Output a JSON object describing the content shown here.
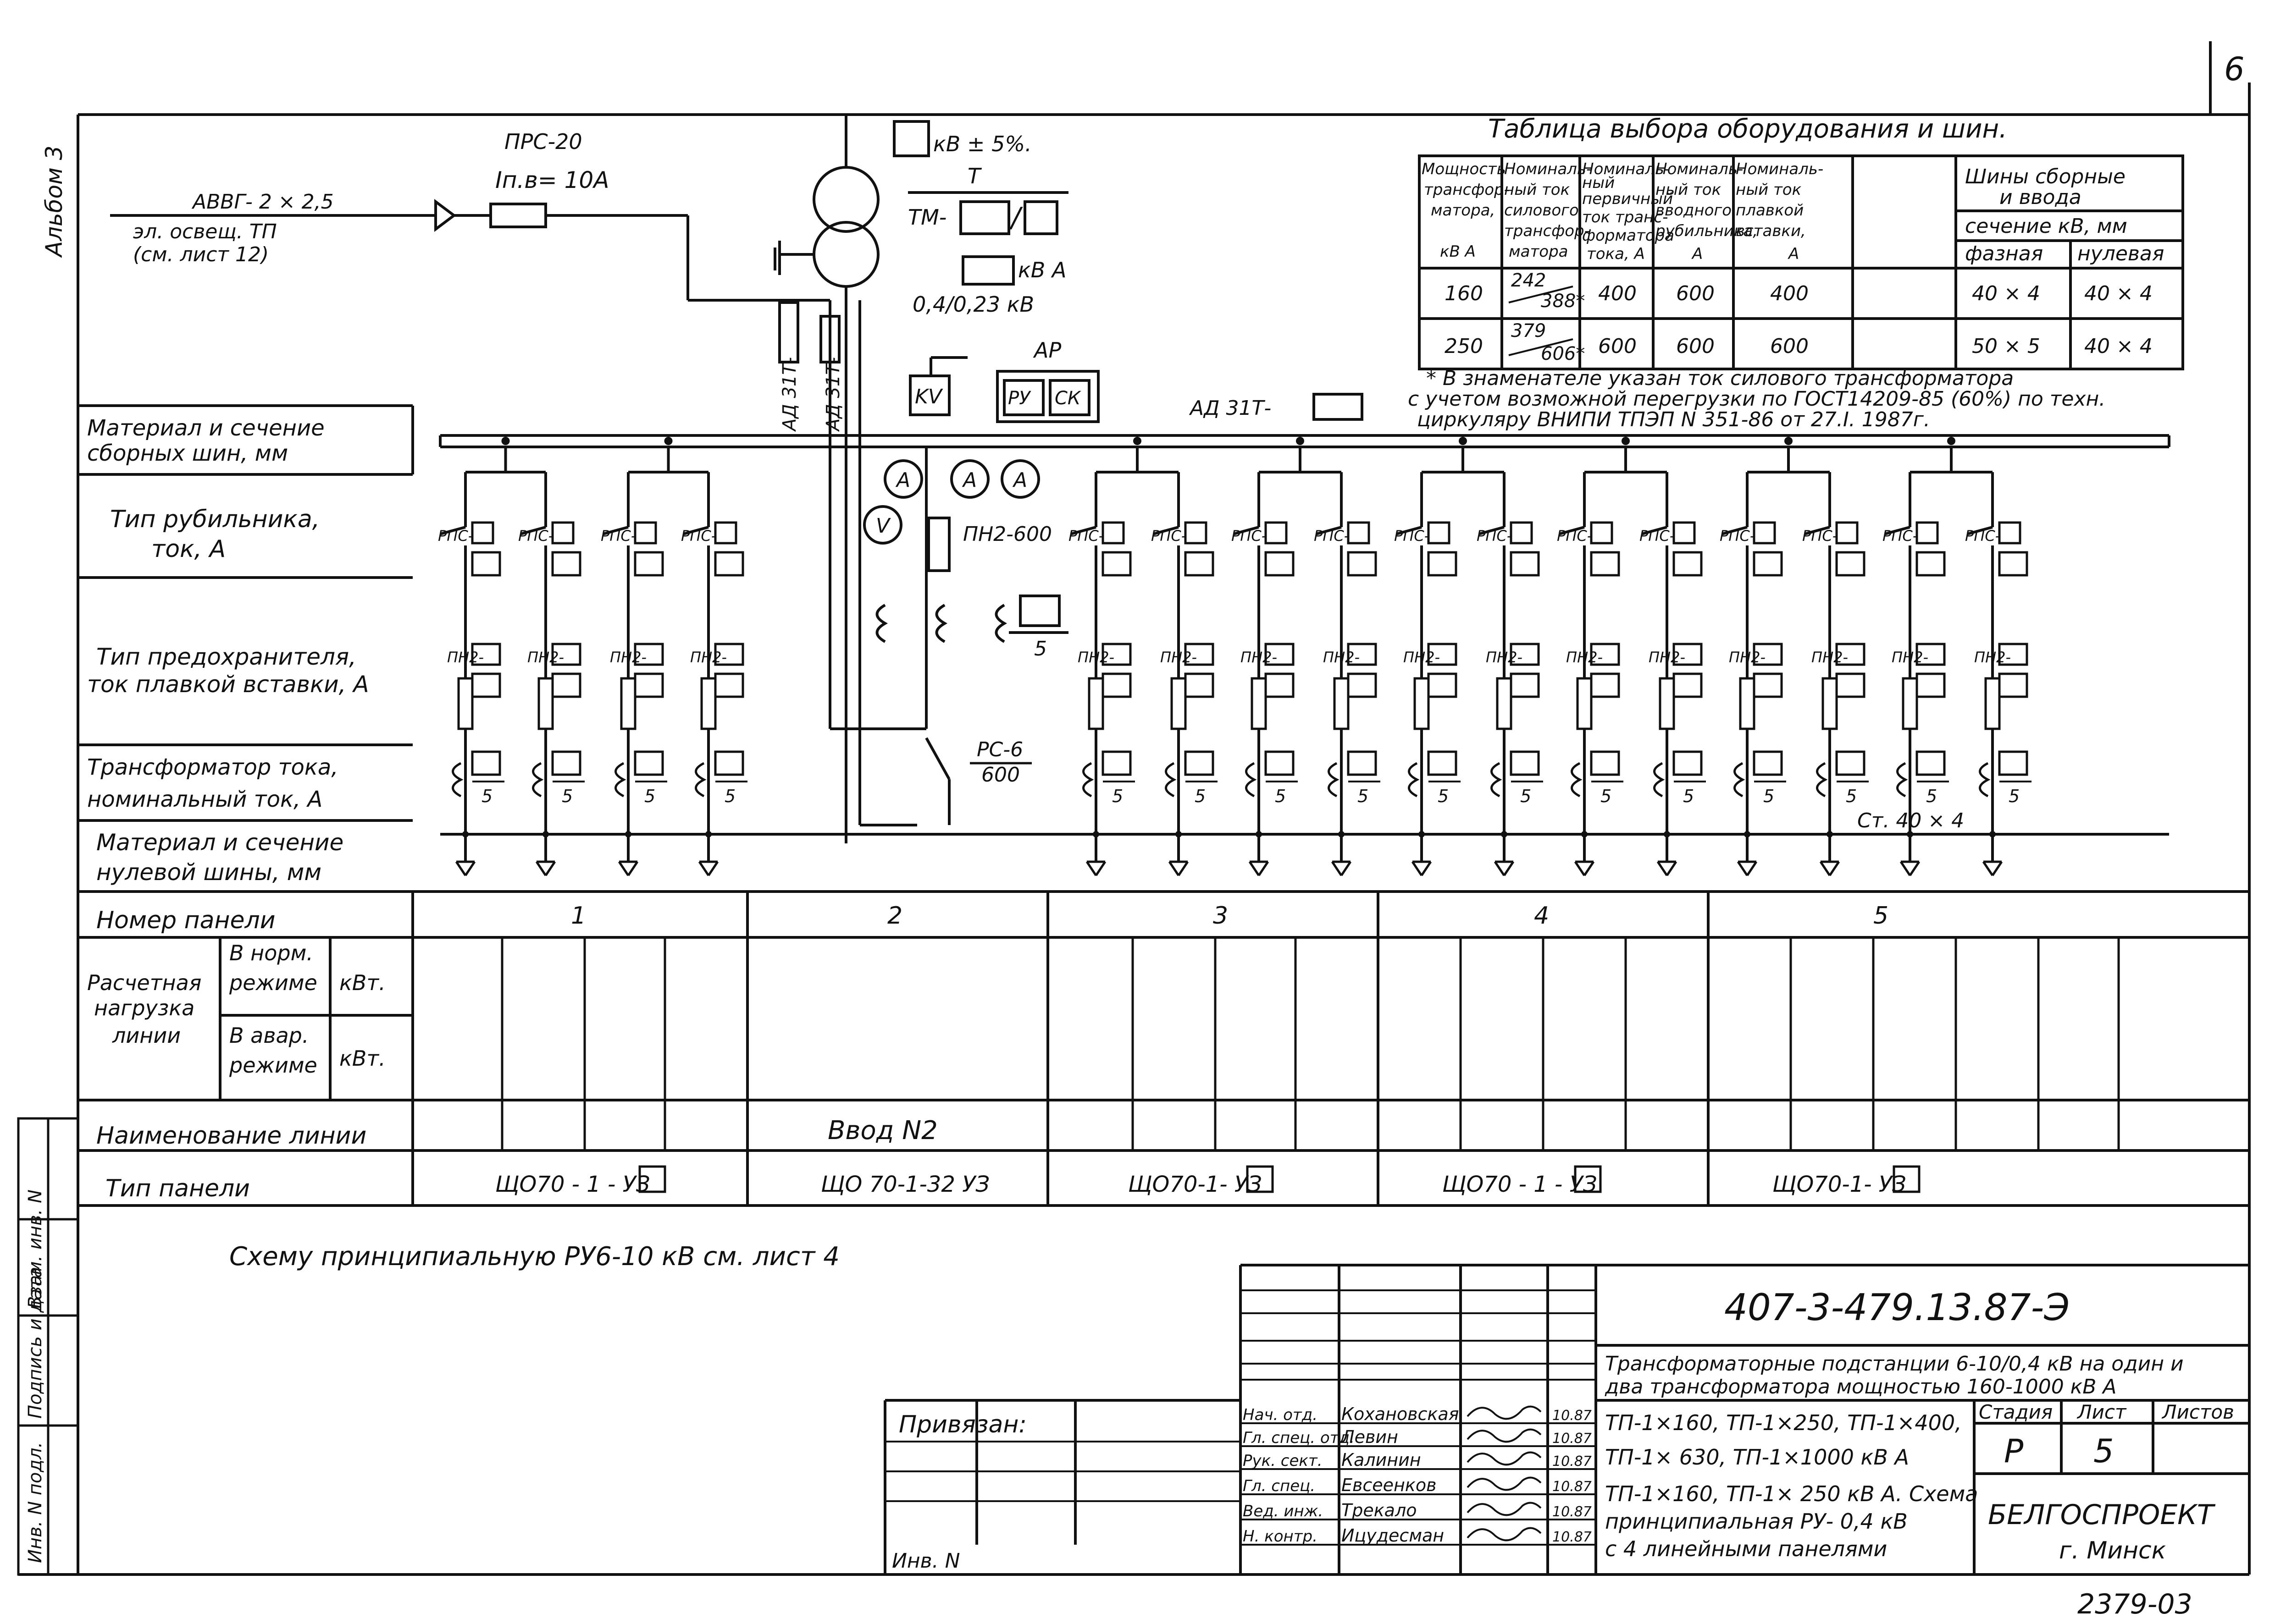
{
  "corner": {
    "album": "Альбом 3",
    "sheet_no": "6",
    "archive_no": "2379-03"
  },
  "lighting_feed": {
    "fuse_type": "ПРС-20",
    "fuse_current": "Iп.в= 10А",
    "cable": "АВВГ- 2 × 2,5",
    "dest_line1": "эл. освещ. ТП",
    "dest_line2": "(см. лист 12)"
  },
  "transformer": {
    "tap": "кВ ± 5%.",
    "letter": "Т",
    "type_prefix": "ТМ-",
    "rating_unit": "кВ А",
    "voltage": "0,4/0,23 кВ"
  },
  "equipment": {
    "breaker_a": "АД 31Т-",
    "breaker_b": "АД 31Т-",
    "breaker_c": "АД 31Т-",
    "relay_kv": "KV",
    "ar_label": "АР",
    "ar_ru": "РУ",
    "ar_sk": "СК",
    "ammeter": "A",
    "voltmeter": "V",
    "fuse_pn": "ПН2-600",
    "ct_den": "5",
    "switch_rs": "РС-6",
    "switch_rs_current": "600",
    "neutral_bus": "Ст.   40 × 4",
    "rps": "РПС-",
    "pn2": "ПН2-",
    "ct_frac": "5"
  },
  "row_labels": {
    "busbar_l1": "Материал и сечение",
    "busbar_l2": "сборных шин, мм",
    "switch_l1": "Тип рубильника,",
    "switch_l2": "ток, А",
    "fuse_l1": "Тип предохранителя,",
    "fuse_l2": "ток плавкой вставки, А",
    "ct_l1": "Трансформатор тока,",
    "ct_l2": "номинальный ток, А",
    "neutral_l1": "Материал и сечение",
    "neutral_l2": "нулевой шины, мм",
    "panel_no": "Номер панели",
    "load_l1": "Расчетная",
    "load_l2": "нагрузка",
    "load_l3": "линии",
    "normal_l1": "В норм.",
    "normal_l2": "режиме",
    "emerg_l1": "В авар.",
    "emerg_l2": "режиме",
    "kw": "кВт.",
    "line_name": "Наименование линии",
    "panel_type": "Тип панели"
  },
  "panels": [
    {
      "number": "1",
      "name": "",
      "type": "ЩО70 - 1 -      УЗ"
    },
    {
      "number": "2",
      "name": "Ввод N2",
      "type": "ЩО 70-1-32 УЗ"
    },
    {
      "number": "3",
      "name": "",
      "type": "ЩО70-1-      УЗ"
    },
    {
      "number": "4",
      "name": "",
      "type": "ЩО70 - 1 -      УЗ"
    },
    {
      "number": "5",
      "name": "",
      "type": "ЩО70-1-      УЗ"
    }
  ],
  "selection_table": {
    "title": "Таблица выбора оборудования и шин.",
    "headers": {
      "power": [
        "Мощность",
        "трансфор-",
        "матора,",
        "кВ А"
      ],
      "nominal": [
        "Номиналь-",
        "ный ток",
        "силового",
        "трансфор-",
        "матора"
      ],
      "primary": [
        "Номиналь-",
        "ный",
        "первичный",
        "ток транс-",
        "форматора",
        "тока, А"
      ],
      "switch": [
        "Номиналь-",
        "ный ток",
        "вводного",
        "рубильника,",
        "А"
      ],
      "insert": [
        "Номиналь-",
        "ный ток",
        "плавкой",
        "вставки,",
        "А"
      ],
      "bus": [
        "Шины сборные",
        "и ввода"
      ],
      "section": "сечение  кВ, мм",
      "phase": "фазная",
      "neutral": "нулевая"
    },
    "rows": [
      {
        "power": "160",
        "nom_num": "242",
        "nom_den": "388*",
        "primary": "400",
        "switch": "600",
        "insert": "400",
        "phase": "40 × 4",
        "neutral": "40 × 4"
      },
      {
        "power": "250",
        "nom_num": "379",
        "nom_den": "606*",
        "primary": "600",
        "switch": "600",
        "insert": "600",
        "phase": "50 × 5",
        "neutral": "40 × 4"
      }
    ],
    "note": [
      "* В знаменателе указан ток силового трансформатора",
      "с учетом возможной перегрузки по ГОСТ14209-85 (60%) по техн.",
      "циркуляру  ВНИПИ  ТПЭП  N 351-86  от 27.I. 1987г."
    ]
  },
  "ref_note": "Схему принципиальную РУ6-10 кВ см. лист 4",
  "side_stamp": [
    "Инв. N подл.",
    "Подпись и дата",
    "Взам. инв. N"
  ],
  "bound": {
    "label": "Привязан:",
    "inv": "Инв. N"
  },
  "title_block": {
    "code": "407-3-479.13.87-Э",
    "subtitle_l1": "Трансформаторные подстанции 6-10/0,4 кВ на один и",
    "subtitle_l2": "два трансформатора мощностью 160-1000 кВ А",
    "line_a": "ТП-1×160, ТП-1×250, ТП-1×400,",
    "line_b": "ТП-1× 630, ТП-1×1000 кВ А",
    "line_c": "ТП-1×160, ТП-1× 250 кВ А. Схема",
    "line_d": "принципиальная  РУ- 0,4 кВ",
    "line_e": "с 4 линейными  панелями",
    "stage_hdr": "Стадия",
    "sheet_hdr": "Лист",
    "sheets_hdr": "Листов",
    "stage": "Р",
    "sheet": "5",
    "org": "БЕЛГОСПРОЕКТ",
    "city": "г. Минск",
    "people": [
      {
        "role": "Нач. отд.",
        "name": "Кохановская",
        "date": "10.87"
      },
      {
        "role": "Гл. спец. отд.",
        "name": "Левин",
        "date": "10.87"
      },
      {
        "role": "Рук. сект.",
        "name": "Калинин",
        "date": "10.87"
      },
      {
        "role": "Гл. спец.",
        "name": "Евсеенков",
        "date": "10.87"
      },
      {
        "role": "Вед. инж.",
        "name": "Трекало",
        "date": "10.87"
      },
      {
        "role": "Н. контр.",
        "name": "Ицудесман",
        "date": "10.87"
      }
    ]
  }
}
